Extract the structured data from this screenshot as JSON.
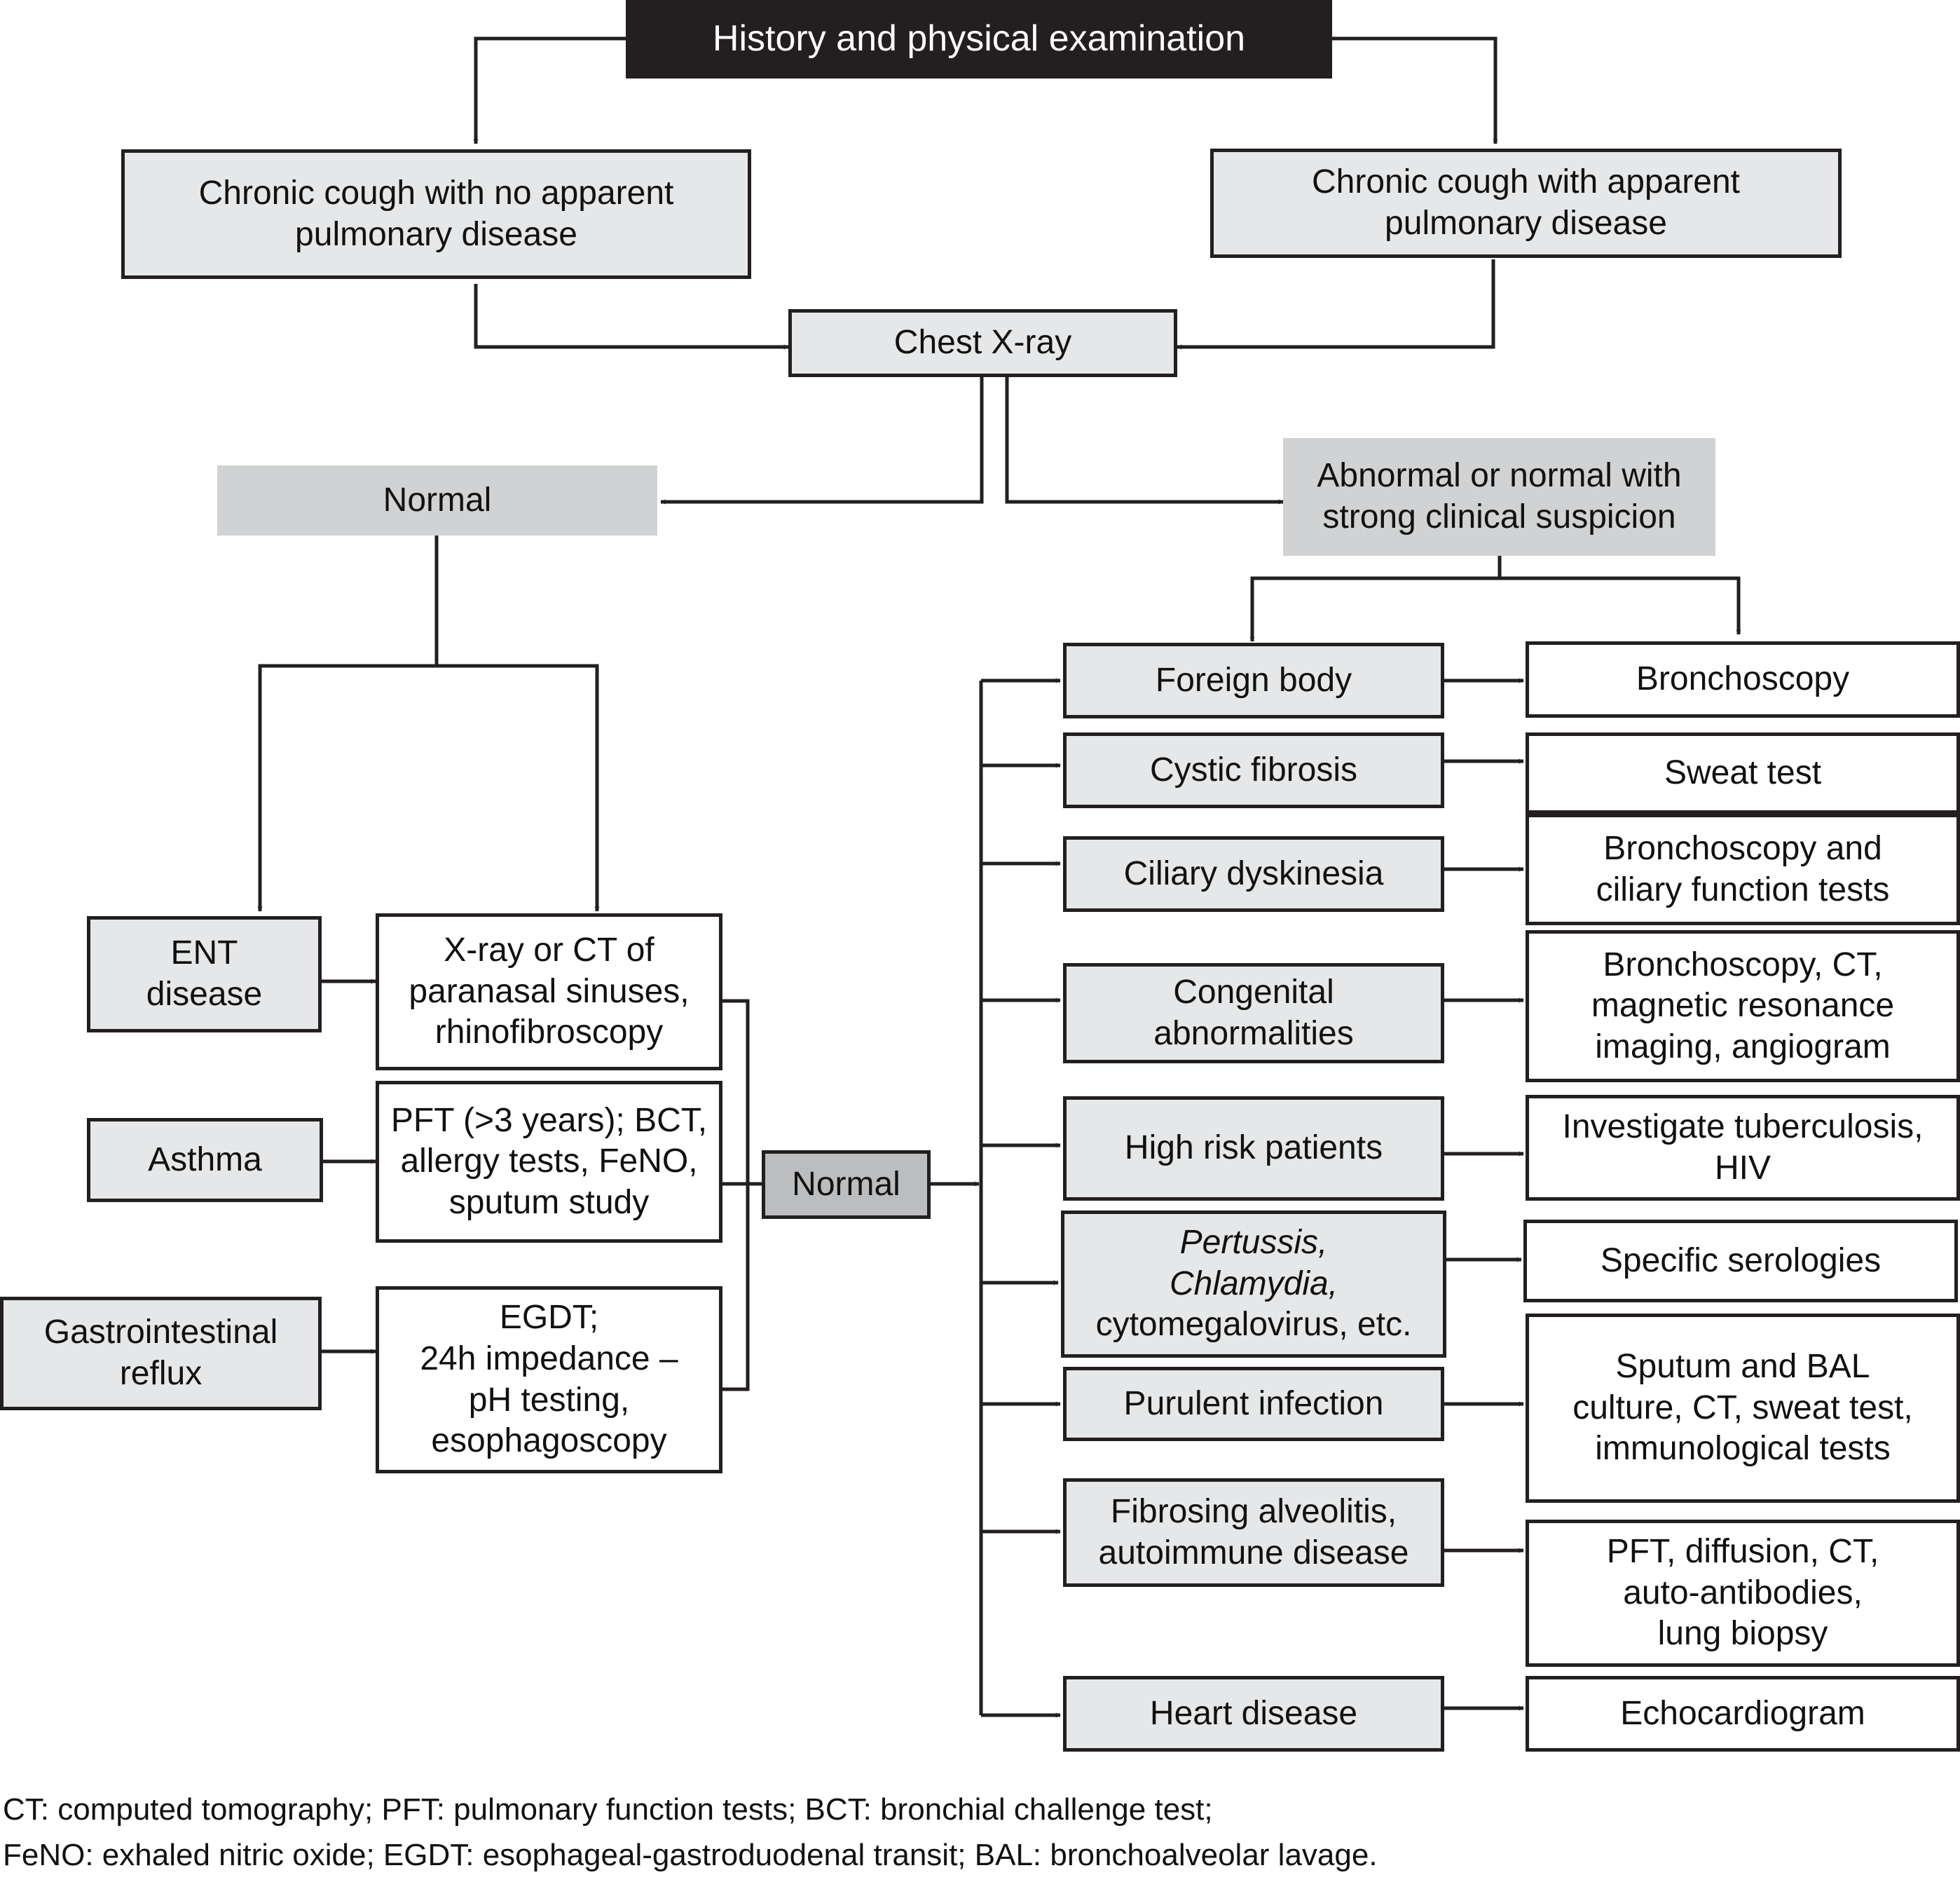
{
  "diagram": {
    "top": "History and physical examination",
    "cough_no_disease": "Chronic cough with no apparent\npulmonary disease",
    "cough_with_disease": "Chronic cough with apparent\npulmonary disease",
    "chest_xray": "Chest X-ray",
    "normal": "Normal",
    "abnormal": "Abnormal or normal with\nstrong clinical suspicion",
    "ent": "ENT\ndisease",
    "ent_test": "X-ray or CT of\nparanasal sinuses,\nrhinofibroscopy",
    "asthma": "Asthma",
    "asthma_test": "PFT (>3 years); BCT,\nallergy tests, FeNO,\nsputum study",
    "gi": "Gastrointestinal\nreflux",
    "gi_test": "EGDT;\n24h impedance –\npH testing,\nesophagoscopy",
    "normal2": "Normal",
    "conditions": [
      {
        "label": "Foreign body",
        "test": "Bronchoscopy"
      },
      {
        "label": "Cystic fibrosis",
        "test": "Sweat test"
      },
      {
        "label": "Ciliary dyskinesia",
        "test": "Bronchoscopy and\nciliary function tests"
      },
      {
        "label": "Congenital\nabnormalities",
        "test": "Bronchoscopy, CT,\nmagnetic resonance\nimaging, angiogram"
      },
      {
        "label": "High risk patients",
        "test": "Investigate tuberculosis,\nHIV"
      },
      {
        "label_italic": "Pertussis,\nChlamydia,",
        "label": "cytomegalovirus, etc.",
        "test": "Specific serologies"
      },
      {
        "label": "Purulent infection",
        "test": "Sputum and BAL\nculture, CT, sweat test,\nimmunological tests"
      },
      {
        "label": "Fibrosing alveolitis,\nautoimmune disease",
        "test": "PFT, diffusion, CT,\nauto-antibodies,\nlung biopsy"
      },
      {
        "label": "Heart disease",
        "test": "Echocardiogram"
      }
    ]
  },
  "footnote": {
    "line1": "CT: computed tomography; PFT: pulmonary function tests; BCT: bronchial challenge test;",
    "line2": "FeNO: exhaled nitric oxide; EGDT: esophageal-gastroduodenal transit; BAL: bronchoalveolar lavage."
  }
}
